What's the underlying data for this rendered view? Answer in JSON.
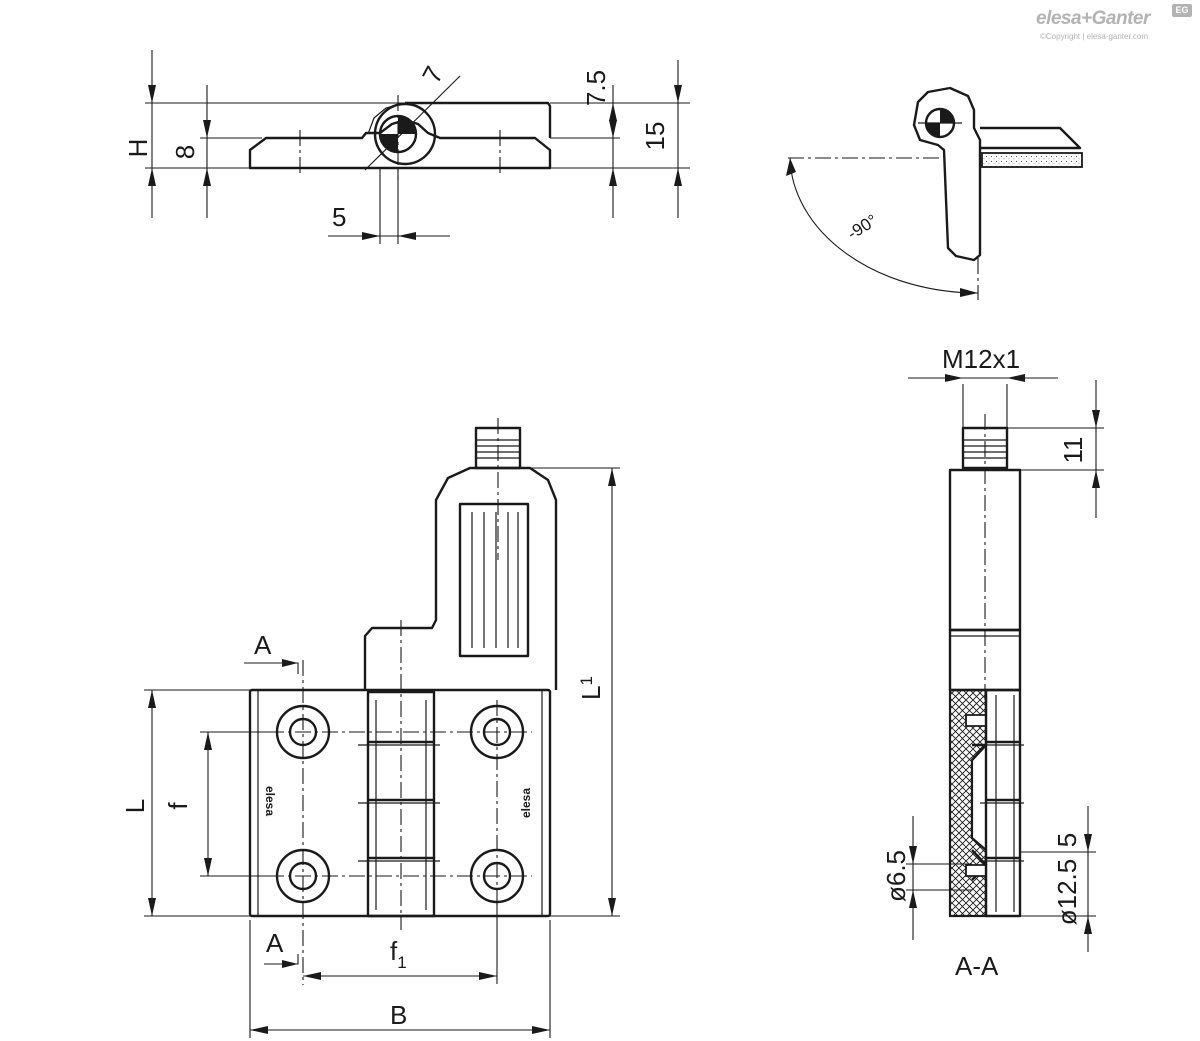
{
  "brand": {
    "name": "elesa+Ganter",
    "copyright": "©Copyright | elesa-ganter.com",
    "badge": "EG"
  },
  "labels": {
    "dim_7": "7",
    "dim_7_5": "7.5",
    "dim_H": "H",
    "dim_8": "8",
    "dim_15": "15",
    "dim_5": "5",
    "angle": "-90°",
    "thread": "M12x1",
    "dim_11": "11",
    "section_A_top": "A",
    "section_A_bottom": "A",
    "dim_L": "L",
    "dim_f": "f",
    "dim_L1_main": "L",
    "dim_L1_sub": "1",
    "dim_f1_main": "f",
    "dim_f1_sub": "1",
    "dim_B": "B",
    "dim_d6_5": "ø6.5",
    "dim_d12_5": "ø12.5",
    "dim_5_right": "5",
    "section_title": "A-A",
    "logo_text": "elesa"
  }
}
